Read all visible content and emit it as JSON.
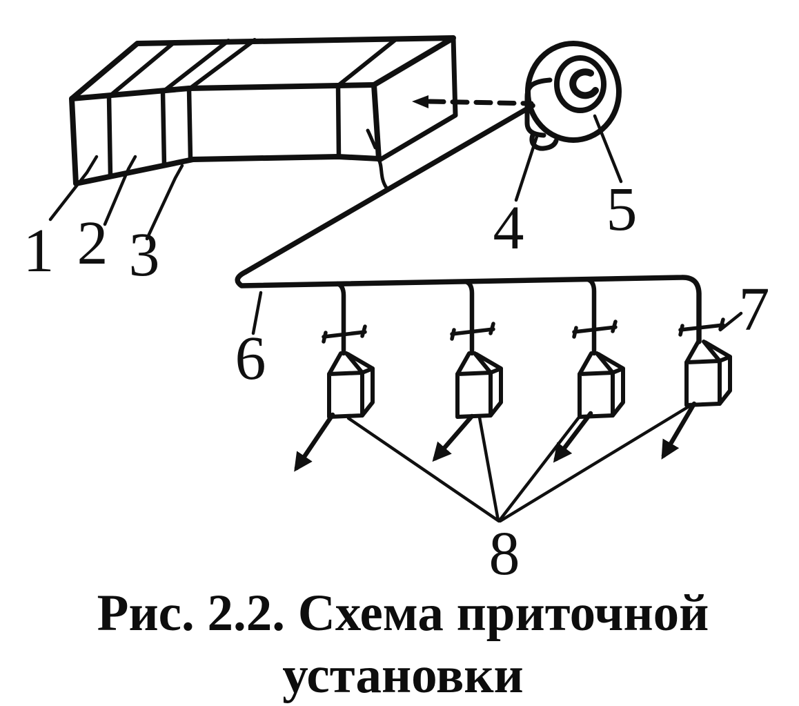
{
  "figure": {
    "caption": {
      "line1": "Рис. 2.2. Схема приточной",
      "line2": "установки"
    },
    "labels": {
      "n1": "1",
      "n2": "2",
      "n3": "3",
      "n4": "4",
      "n5": "5",
      "n6": "6",
      "n7": "7",
      "n8": "8"
    },
    "colors": {
      "ink": "#101010",
      "paper": "#ffffff"
    }
  }
}
